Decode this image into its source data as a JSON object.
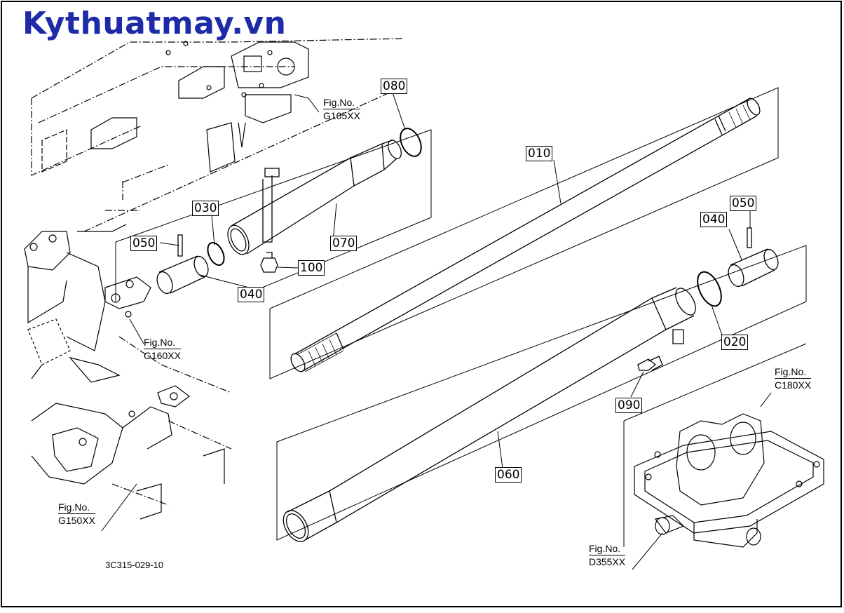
{
  "brand": "Kythuatmay.vn",
  "diagram_code": "3C315-029-10",
  "fig_label": "Fig.No.",
  "figure_refs": {
    "g105": "G105XX",
    "g160": "G160XX",
    "g150": "G150XX",
    "c180": "C180XX",
    "d355": "D355XX"
  },
  "parts": {
    "p010": "010",
    "p020": "020",
    "p030": "030",
    "p040_left": "040",
    "p040_right": "040",
    "p050_left": "050",
    "p050_right": "050",
    "p060": "060",
    "p070": "070",
    "p080": "080",
    "p090": "090",
    "p100": "100"
  },
  "colors": {
    "brand": "#1f2aa8",
    "line": "#000000"
  }
}
